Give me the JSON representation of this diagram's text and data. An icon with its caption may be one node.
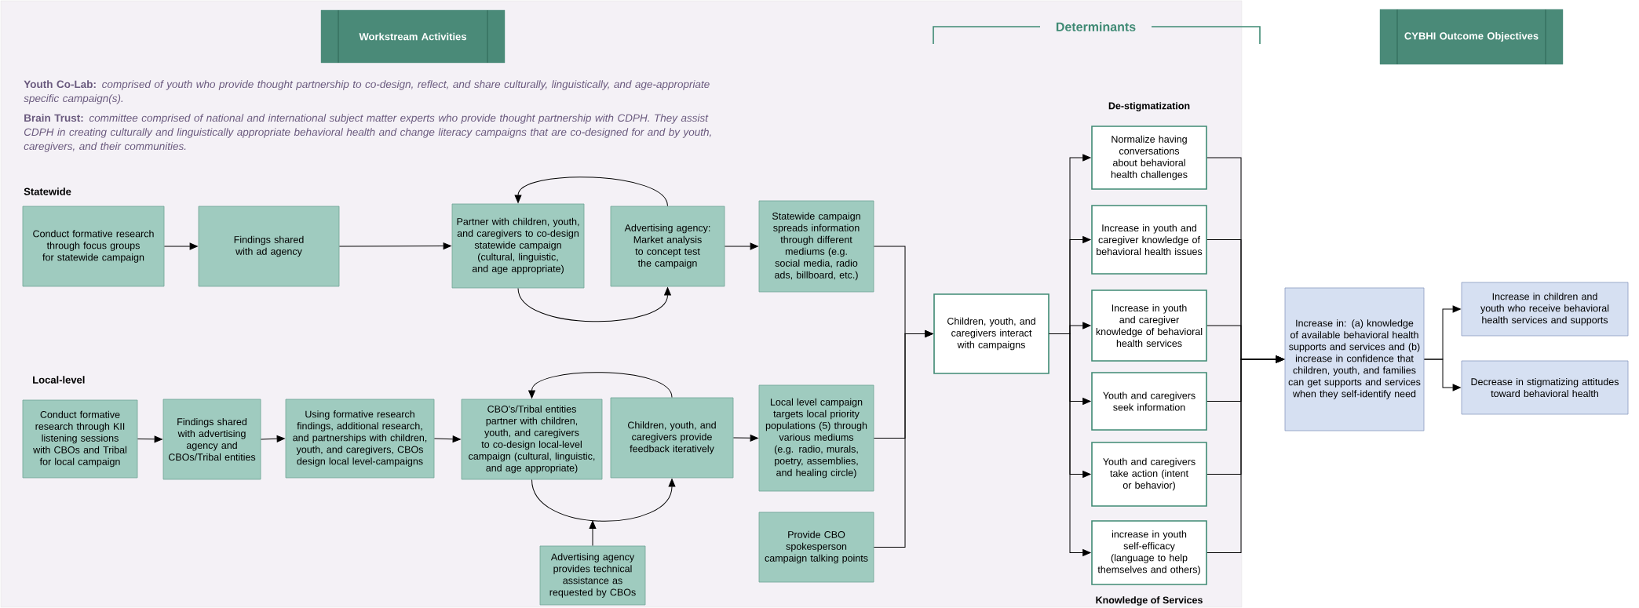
{
  "diagram": {
    "nodes": [
      {
        "text": [
          "Workstream Activities"
        ]
      },
      {
        "text": [
          "Conduct formative research through focus groups for statewide campaign"
        ]
      },
      {
        "text": [
          "Findings shared with ad agency"
        ]
      },
      {
        "text": [
          "Partner with children, youth, and caregivers to co-design statewide campaign (cultural, linguistic, and age appropriate)"
        ]
      },
      {
        "text": [
          "Advertising agency: Market analysis to concept test the campaign"
        ]
      },
      {
        "text": [
          "Statewide campaign spreads information through different mediums (e.g. social media, radio ads, billboard, etc.)"
        ]
      },
      {
        "text": [
          "Conduct formative research through KII listening sessions with CBOs and Tribal for local campaign"
        ]
      },
      {
        "text": [
          "Findings shared with advertising agency and CBOs/Tribal entities"
        ]
      },
      {
        "text": [
          "Using formative research findings, additional research, and partnerships with children, youth, and caregivers, CBOs design local level-campaigns"
        ]
      },
      {
        "text": [
          "CBO's/Tribal entities partner with children, youth, and caregivers to co-design local-level campaign (cultural, linguistic, and age appropriate)"
        ]
      },
      {
        "text": [
          "Children, youth, and caregivers provide feedback iteratively"
        ]
      },
      {
        "text": [
          "Local level campaign targets local priority populations (5) through various mediums (e.g. radio, murals, poetry, assemblies, and healing circle)"
        ]
      },
      {
        "text": [
          "Provide CBO spokesperson campaign talking points"
        ]
      },
      {
        "text": [
          "Advertising agency provides technical assistance as requested by CBOs"
        ]
      },
      {
        "text": [
          "Children, youth, and caregivers interact with campaigns"
        ]
      },
      {
        "text": [
          "Normalize having conversations about behavioral health challenges"
        ]
      },
      {
        "text": [
          "Increase in youth and caregiver knowledge of behavioral health issues"
        ]
      },
      {
        "text": [
          "Increase in youth and caregiver knowledge of behavioral health services"
        ]
      },
      {
        "text": [
          "Youth and caregivers seek information"
        ]
      },
      {
        "text": [
          "Youth and caregivers take action (intent or behavior)"
        ]
      },
      {
        "text": [
          "increase in youth self-efficacy (language to help themselves and others)"
        ]
      },
      {
        "text": [
          "CYBHI Outcome Objectives"
        ]
      },
      {
        "text": [
          "Increase in: (a) knowledge of available behavioral health supports and services and (b) increase in confidence that children, youth, and families can get supports and services when they self-identify need"
        ]
      },
      {
        "text": [
          "Increase in children and youth who receive behavioral health services and supports"
        ]
      },
      {
        "text": [
          "Decrease in stigmatizing attitudes toward behavioral health"
        ]
      }
    ],
    "edges": [
      {
        "from": 1,
        "to": 2,
        "arrow": "to"
      },
      {
        "from": 2,
        "to": 3,
        "arrow": "to"
      },
      {
        "from": 3,
        "to": 4,
        "arrow": "to"
      },
      {
        "from": 4,
        "to": 3,
        "arrow": "to"
      },
      {
        "from": 4,
        "to": 5,
        "arrow": "to"
      },
      {
        "from": 6,
        "to": 7,
        "arrow": "to"
      },
      {
        "from": 7,
        "to": 8,
        "arrow": "to"
      },
      {
        "from": 8,
        "to": 9,
        "arrow": "to"
      },
      {
        "from": 9,
        "to": 10,
        "arrow": "to"
      },
      {
        "from": 10,
        "to": 9,
        "arrow": "to"
      },
      {
        "from": 10,
        "to": 11,
        "arrow": "to"
      },
      {
        "from": 13,
        "to": null,
        "arrow": "to"
      },
      {
        "from": 5,
        "to": 14,
        "arrow": "to"
      },
      {
        "from": 11,
        "to": 14,
        "arrow": "to"
      },
      {
        "from": 12,
        "to": 14,
        "arrow": "to"
      },
      {
        "from": 14,
        "to": 15,
        "arrow": "to"
      },
      {
        "from": 14,
        "to": 16,
        "arrow": "to"
      },
      {
        "from": 14,
        "to": 17,
        "arrow": "to"
      },
      {
        "from": 14,
        "to": 18,
        "arrow": "to"
      },
      {
        "from": 14,
        "to": 19,
        "arrow": "to"
      },
      {
        "from": 14,
        "to": 20,
        "arrow": "to"
      },
      {
        "from": 15,
        "to": 22,
        "arrow": "to"
      },
      {
        "from": 16,
        "to": 22,
        "arrow": "to"
      },
      {
        "from": 17,
        "to": 22,
        "arrow": "to"
      },
      {
        "from": 18,
        "to": 22,
        "arrow": "to"
      },
      {
        "from": 19,
        "to": 22,
        "arrow": "to"
      },
      {
        "from": 20,
        "to": 22,
        "arrow": "to"
      },
      {
        "from": 22,
        "to": 23,
        "arrow": "to"
      },
      {
        "from": 22,
        "to": 24,
        "arrow": "to"
      }
    ],
    "labels": [
      "Determinants",
      "**Youth Co-Lab:** *comprised of youth who provide thought partnership to co-design, reflect, and share culturally, linguistically, and age-appropriate specific campaign(s).*",
      "**Brain Trust:** *committee comprised of national and international subject matter experts who provide thought partnership with CDPH. They assist CDPH in creating culturally and linguistically appropriate behavioral health and change literacy campaigns that are co-designed for and by youth, caregivers, and their communities.*",
      "De-stigmatization",
      "Statewide",
      "Local-level",
      "Knowledge of Services"
    ]
  }
}
